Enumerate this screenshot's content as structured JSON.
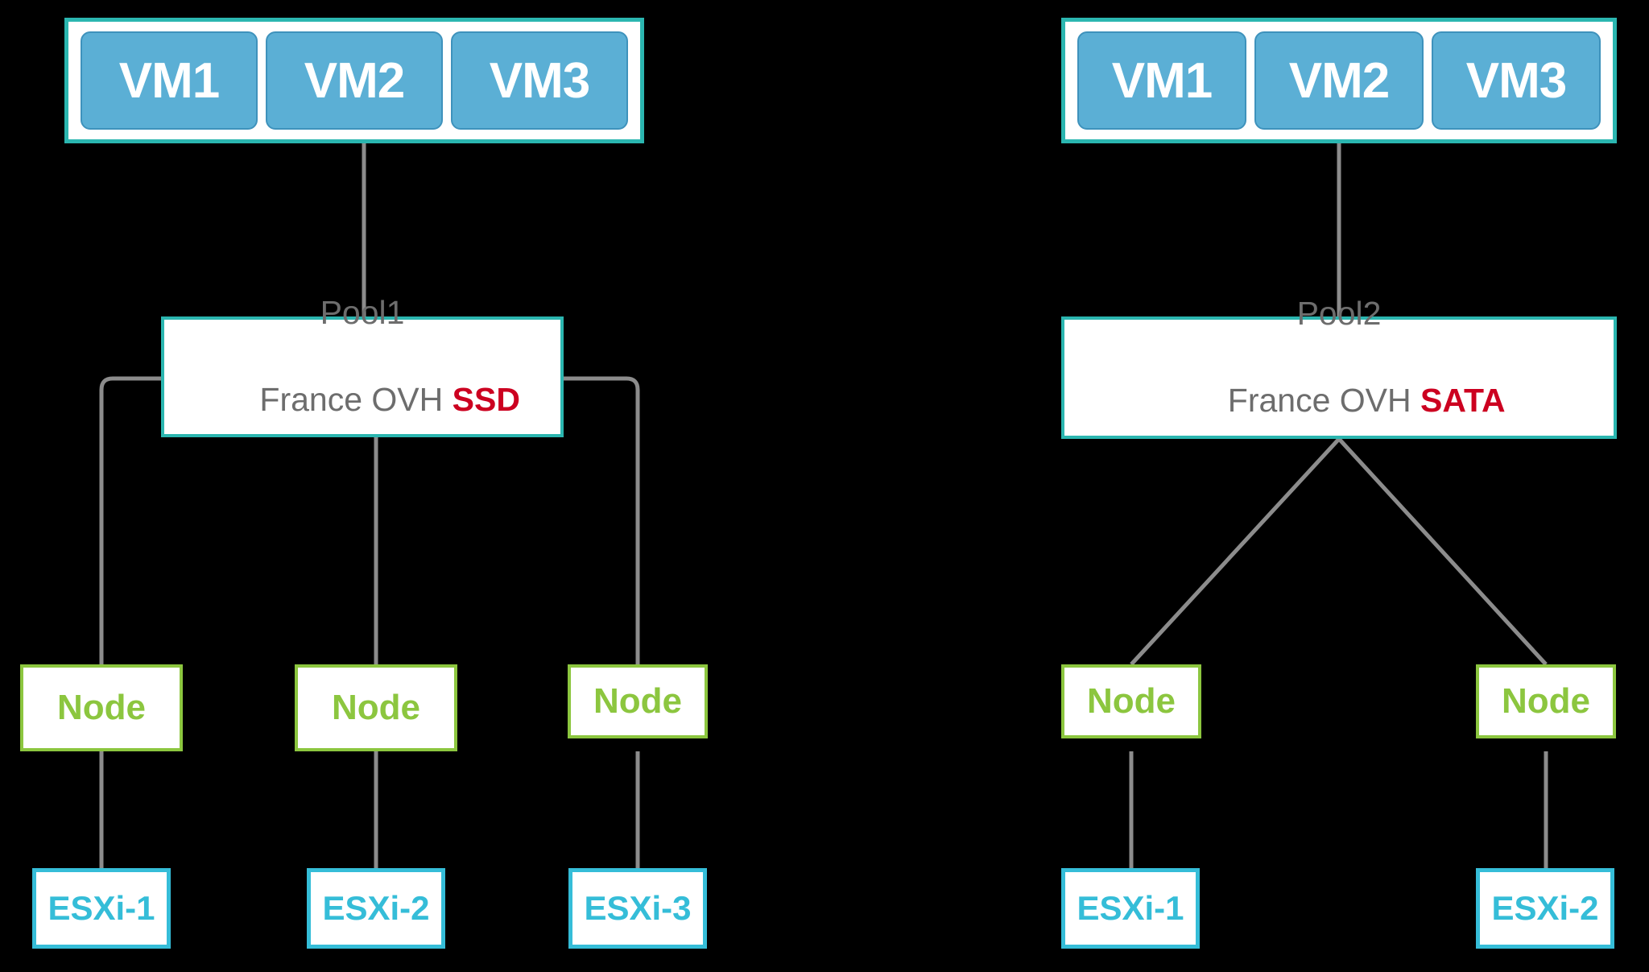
{
  "diagram": {
    "title": "Storage pool to ESXi node mapping",
    "colors": {
      "background": "#000000",
      "vm_fill": "#5BAFD5",
      "vm_border": "#3E92BC",
      "group_border": "#2BB6B0",
      "pool_text": "#6D6D6D",
      "media_highlight": "#CC0020",
      "node_green": "#8CC63F",
      "esxi_cyan": "#35BDD8",
      "edge_gray": "#8C8C8C"
    },
    "clusters": [
      {
        "id": "cluster-left",
        "vm_group": {
          "label": "vm-group-left",
          "vms": [
            {
              "label": "VM1"
            },
            {
              "label": "VM2"
            },
            {
              "label": "VM3"
            }
          ]
        },
        "pool": {
          "name": "Pool1",
          "location": "France OVH ",
          "media": "SSD"
        },
        "nodes": [
          {
            "label": "Node"
          },
          {
            "label": "Node"
          },
          {
            "label": "Node"
          }
        ],
        "hosts": [
          {
            "label": "ESXi-1"
          },
          {
            "label": "ESXi-2"
          },
          {
            "label": "ESXi-3"
          }
        ]
      },
      {
        "id": "cluster-right",
        "vm_group": {
          "label": "vm-group-right",
          "vms": [
            {
              "label": "VM1"
            },
            {
              "label": "VM2"
            },
            {
              "label": "VM3"
            }
          ]
        },
        "pool": {
          "name": "Pool2",
          "location": "France OVH ",
          "media": "SATA"
        },
        "nodes": [
          {
            "label": "Node"
          },
          {
            "label": "Node"
          }
        ],
        "hosts": [
          {
            "label": "ESXi-1"
          },
          {
            "label": "ESXi-2"
          }
        ]
      }
    ]
  }
}
